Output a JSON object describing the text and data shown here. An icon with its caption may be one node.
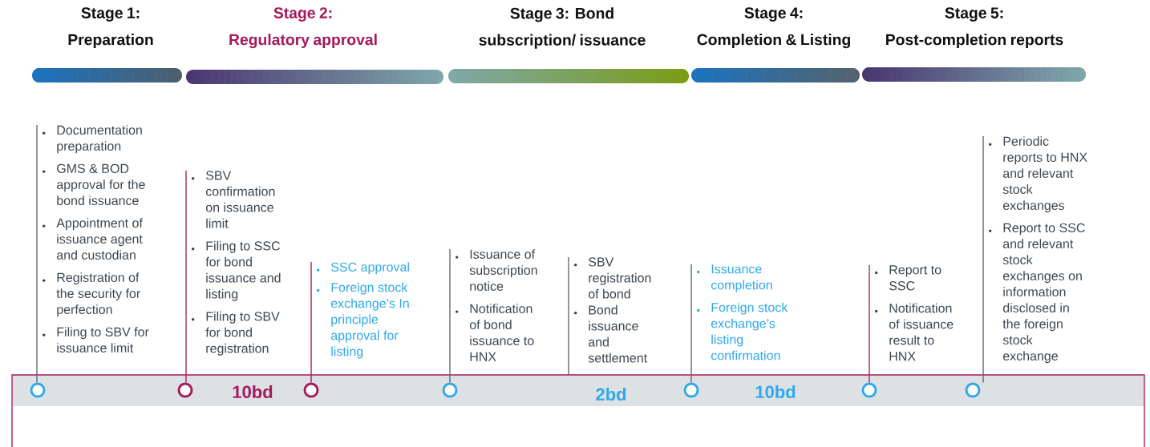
{
  "diagram": {
    "nodes": [
      {
        "text": [
          "Stage 1: Preparation"
        ]
      },
      {
        "text": [
          "Stage 2: Regulatory approval"
        ]
      },
      {
        "text": [
          "Stage 3: Bond subscription/ issuance"
        ]
      },
      {
        "text": [
          "Stage 4: Completion & Listing"
        ]
      },
      {
        "text": [
          "Stage 5: Post-completion reports"
        ]
      },
      {
        "text": [
          "Documentation preparation",
          "GMS & BOD approval for the bond issuance",
          "Appointment of issuance agent and custodian",
          "Registration of the security for perfection",
          "Filing to SBV for issuance limit"
        ]
      },
      {
        "text": [
          "SBV confirmation on issuance limit",
          "Filing to SSC for bond issuance and listing",
          "Filing to SBV for bond registration"
        ]
      },
      {
        "text": [
          "SSC approval",
          "Foreign stock exchange’s In principle approval for listing"
        ]
      },
      {
        "text": [
          "Issuance of subscription notice",
          "Notification of bond issuance to HNX"
        ]
      },
      {
        "text": [
          "SBV registration of bond",
          "Bond issuance and settlement"
        ]
      },
      {
        "text": [
          "Issuance completion",
          "Foreign stock exchange’s listing confirmation"
        ]
      },
      {
        "text": [
          "Report to SSC",
          "Notification of issuance result to HNX"
        ]
      },
      {
        "text": [
          "Periodic reports to HNX and relevant stock exchanges",
          "Report to SSC and relevant stock exchanges on information disclosed in the foreign stock exchange"
        ]
      },
      {
        "text": [],
        "shape": "circle"
      },
      {
        "text": [],
        "shape": "circle"
      },
      {
        "text": [],
        "shape": "circle"
      },
      {
        "text": [],
        "shape": "circle"
      },
      {
        "text": [],
        "shape": "circle"
      },
      {
        "text": [],
        "shape": "circle"
      },
      {
        "text": [],
        "shape": "circle"
      }
    ],
    "edges": [
      {
        "from": 5,
        "to": 13,
        "arrow": "none"
      },
      {
        "from": 6,
        "to": 14,
        "arrow": "none",
        "color": "#a5195a"
      },
      {
        "from": 7,
        "to": 15,
        "arrow": "none",
        "color": "#a5195a"
      },
      {
        "from": 8,
        "to": 16,
        "arrow": "none"
      },
      {
        "from": 9,
        "to": null,
        "arrow": "none"
      },
      {
        "from": 10,
        "to": 17,
        "arrow": "none"
      },
      {
        "from": 11,
        "to": 18,
        "arrow": "none",
        "color": "#a5195a"
      },
      {
        "from": 12,
        "to": 19,
        "arrow": "none"
      }
    ],
    "labels": [
      "10bd",
      "2bd",
      "10bd"
    ]
  }
}
